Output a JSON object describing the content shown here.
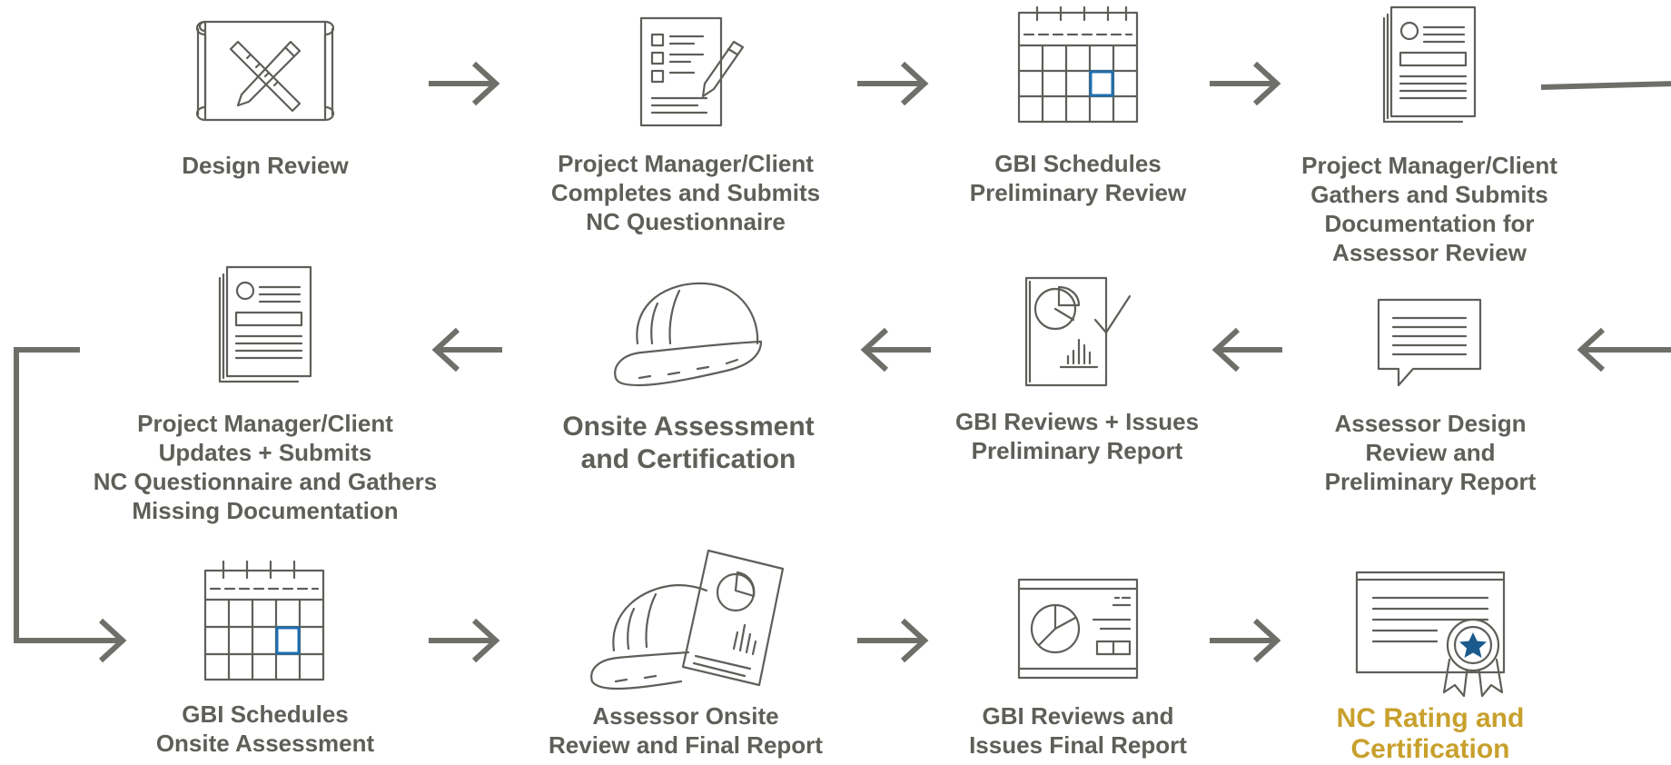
{
  "colors": {
    "line": "#5d5f59",
    "arrow": "#6e6f69",
    "highlight": "#1f6fb0",
    "final_label": "#c8a02c",
    "star_badge": "#1a5a8c"
  },
  "steps": [
    {
      "id": 1,
      "icon": "blueprint-icon",
      "label": "Design Review"
    },
    {
      "id": 2,
      "icon": "checklist-pencil-icon",
      "label": "Project Manager/Client\nCompletes and Submits\nNC Questionnaire"
    },
    {
      "id": 3,
      "icon": "calendar-icon",
      "label": "GBI Schedules\nPreliminary Review"
    },
    {
      "id": 4,
      "icon": "documents-icon",
      "label": "Project Manager/Client\nGathers and Submits\nDocumentation for\nAssessor Review"
    },
    {
      "id": 5,
      "icon": "speech-bubble-icon",
      "label": "Assessor Design\nReview and\nPreliminary Report"
    },
    {
      "id": 6,
      "icon": "report-checkmark-icon",
      "label": "GBI Reviews + Issues\nPreliminary Report"
    },
    {
      "id": 7,
      "icon": "hard-hat-icon",
      "label": "Onsite Assessment\nand Certification"
    },
    {
      "id": 8,
      "icon": "documents-icon",
      "label": "Project Manager/Client\nUpdates + Submits\nNC Questionnaire and Gathers\nMissing Documentation"
    },
    {
      "id": 9,
      "icon": "calendar-icon",
      "label": "GBI Schedules\nOnsite Assessment"
    },
    {
      "id": 10,
      "icon": "hard-hat-report-icon",
      "label": "Assessor Onsite\nReview and Final Report"
    },
    {
      "id": 11,
      "icon": "dashboard-report-icon",
      "label": "GBI Reviews and\nIssues Final Report"
    },
    {
      "id": 12,
      "icon": "certificate-icon",
      "label": "NC Rating and\nCertification"
    }
  ]
}
